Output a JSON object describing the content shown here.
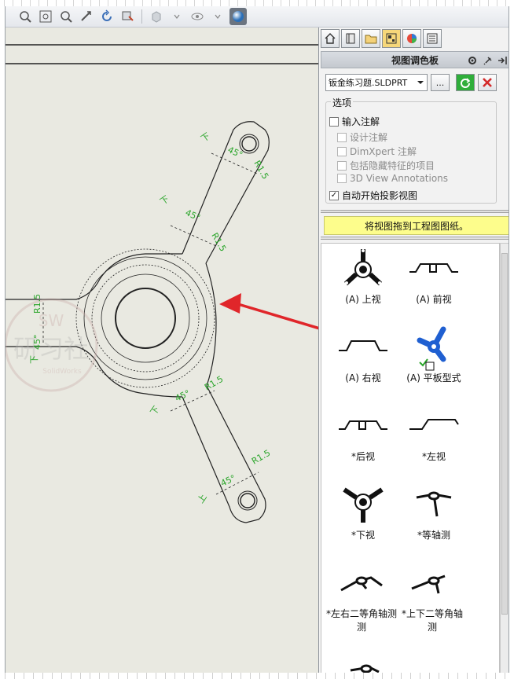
{
  "taskpane": {
    "title": "视图调色板",
    "file_name": "钣金练习题.SLDPRT",
    "browse_label": "...",
    "options_label": "选项",
    "options": [
      {
        "label": "输入注解",
        "checked": false,
        "enabled": true
      },
      {
        "label": "设计注解",
        "checked": false,
        "enabled": false
      },
      {
        "label": "DimXpert 注解",
        "checked": false,
        "enabled": false
      },
      {
        "label": "包括隐藏特征的项目",
        "checked": false,
        "enabled": false
      },
      {
        "label": "3D View Annotations",
        "checked": false,
        "enabled": false
      },
      {
        "label": "自动开始投影视图",
        "checked": true,
        "enabled": true
      }
    ],
    "hint": "将视图拖到工程图图纸。",
    "views": [
      {
        "label": "(A) 上视",
        "shape": "top"
      },
      {
        "label": "(A) 前视",
        "shape": "front"
      },
      {
        "label": "(A) 右视",
        "shape": "right"
      },
      {
        "label": "(A) 平板型式",
        "shape": "flat"
      },
      {
        "label": "*后视",
        "shape": "back"
      },
      {
        "label": "*左视",
        "shape": "left"
      },
      {
        "label": "*下视",
        "shape": "bottom"
      },
      {
        "label": "*等轴测",
        "shape": "iso"
      },
      {
        "label": "*左右二等角轴测",
        "label2": "测",
        "shape": "dim1"
      },
      {
        "label": "*上下二等角轴",
        "label2": "测",
        "shape": "dim2"
      },
      {
        "label": "",
        "shape": "trim"
      }
    ]
  },
  "drawing": {
    "annotations": {
      "chamfer_angle": "45°",
      "radius": "R1.5",
      "chamfer_mark": "下",
      "chamfer_mark_up": "上"
    },
    "watermark": {
      "abbr": "SW",
      "brand": "SolidWorks",
      "main": "研习社"
    },
    "colors": {
      "annotation": "#2aa52a",
      "arrow": "#e0262a",
      "line": "#222222"
    }
  },
  "colors": {
    "accent_blue": "#1f5fd1",
    "hint_bg": "#fdfd8c",
    "pane_bg": "#f2f2f2",
    "close_red": "#d42b2b"
  }
}
